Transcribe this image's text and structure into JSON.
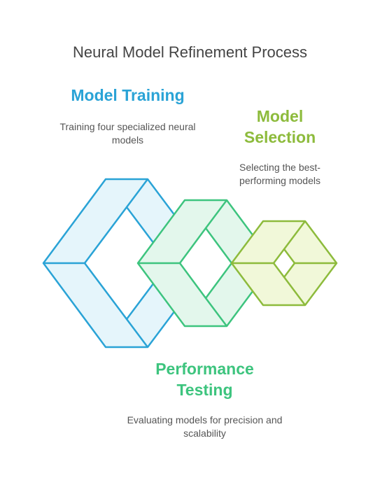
{
  "title": "Neural Model Refinement Process",
  "stages": {
    "training": {
      "title": "Model Training",
      "description": "Training four specialized neural models"
    },
    "selection": {
      "title": "Model Selection",
      "description": "Selecting the best-performing models"
    },
    "testing": {
      "title": "Performance Testing",
      "description": "Evaluating models for precision and scalability"
    }
  },
  "colors": {
    "training_stroke": "#2aa3d6",
    "training_fill": "#e5f5fb",
    "testing_stroke": "#3dc47e",
    "testing_fill": "#e3f7ec",
    "selection_stroke": "#8dbb3c",
    "selection_fill": "#f1f8d9",
    "title_text": "#444444",
    "body_text": "#555555"
  }
}
